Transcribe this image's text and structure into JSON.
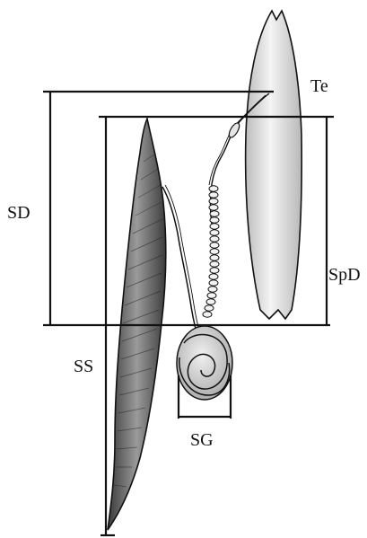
{
  "labels": {
    "testis": "Te",
    "seminal_duct": "SD",
    "spermatheca_duct": "SpD",
    "spermatheca_stalk": "SS",
    "spermatheca_gland": "SG"
  },
  "colors": {
    "line": "#111111",
    "testis_fill": "#dcdcdc",
    "stalk_fill": "#7a7a7a",
    "gland_fill": "#d0d0d0"
  }
}
